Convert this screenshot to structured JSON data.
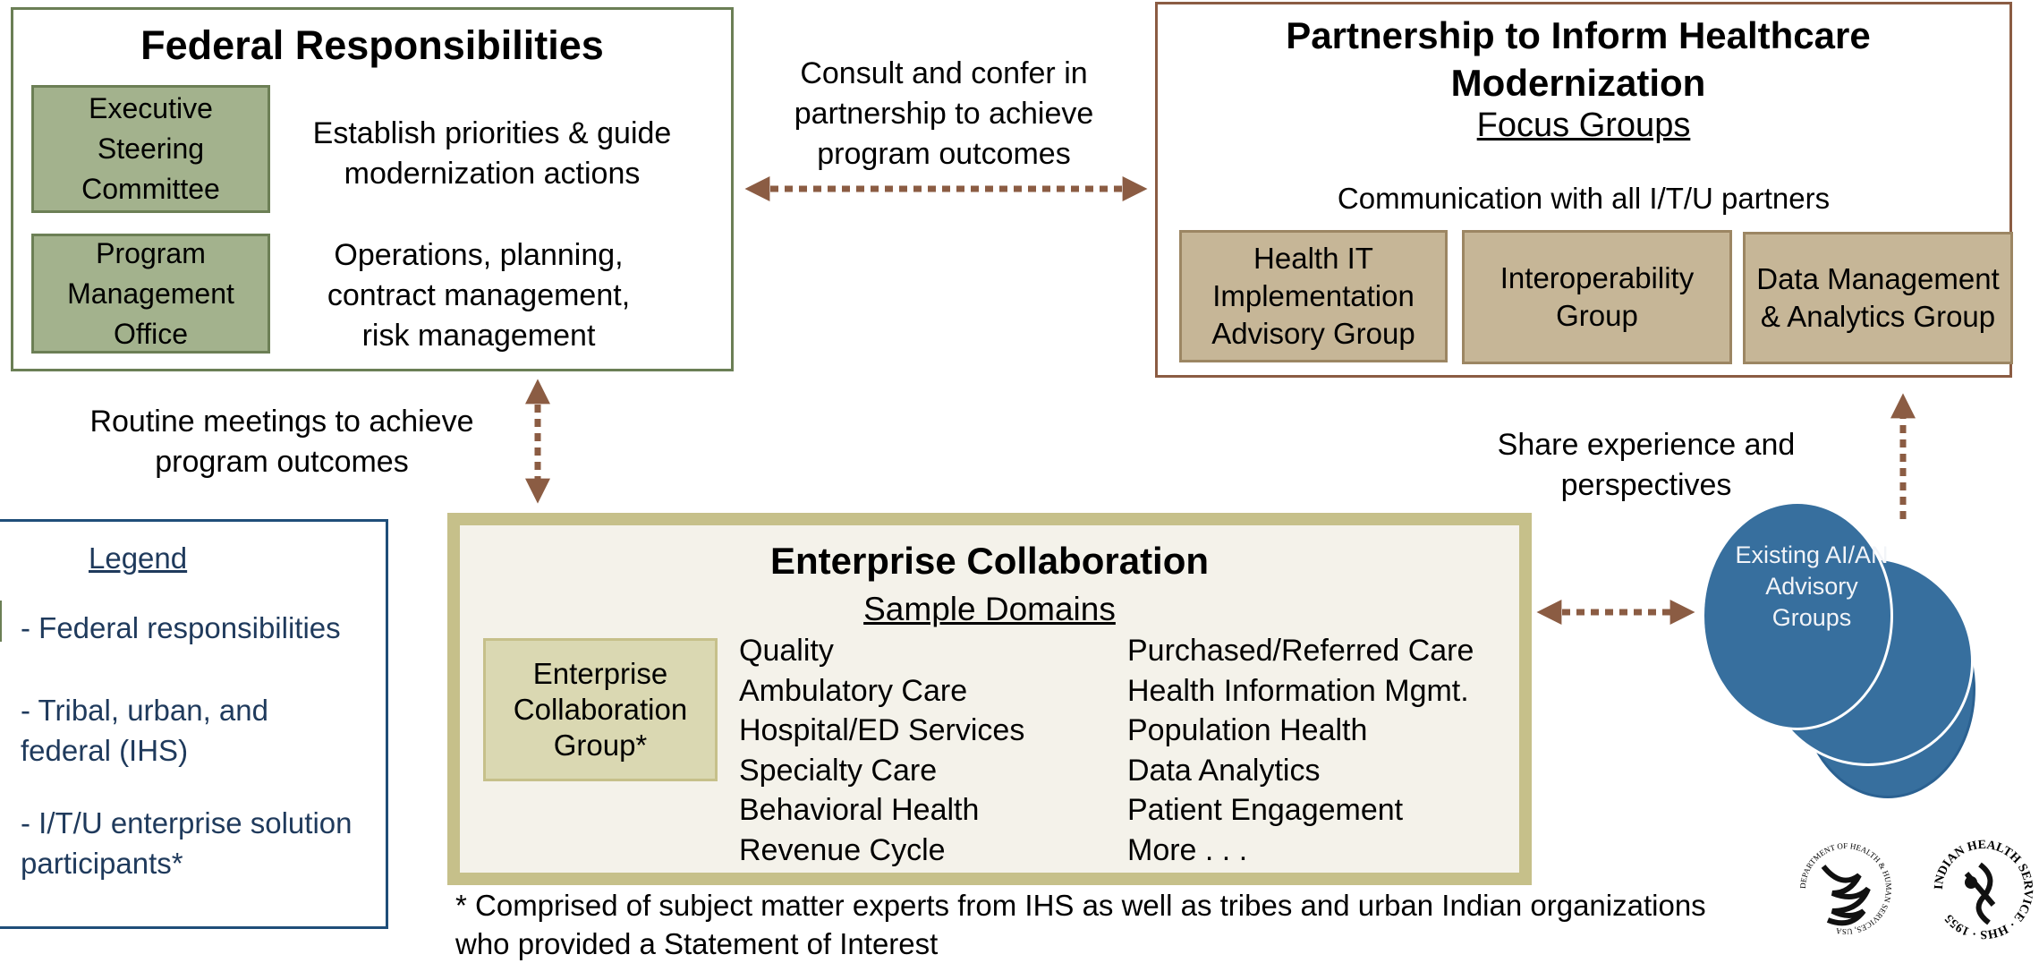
{
  "federal": {
    "title": "Federal Responsibilities",
    "rows": [
      {
        "box": "Executive Steering Committee",
        "description": "Establish priorities & guide modernization actions"
      },
      {
        "box": "Program Management Office",
        "description": "Operations, planning, contract management, risk management"
      }
    ]
  },
  "connector_consult": "Consult and confer in partnership to achieve program outcomes",
  "connector_routine": "Routine meetings to achieve program outcomes",
  "connector_share": "Share experience and perspectives",
  "partnership": {
    "title": "Partnership to Inform Healthcare Modernization",
    "subtitle": "Focus Groups",
    "communication": "Communication with all I/T/U partners",
    "groups": [
      "Health IT Implementation Advisory Group",
      "Interoperability Group",
      "Data Management & Analytics Group"
    ]
  },
  "enterprise": {
    "title": "Enterprise Collaboration",
    "subtitle": "Sample Domains",
    "group_box": "Enterprise Collaboration Group*",
    "domains_left": [
      "Quality",
      "Ambulatory Care",
      "Hospital/ED Services",
      "Specialty Care",
      "Behavioral Health",
      "Revenue Cycle"
    ],
    "domains_right": [
      "Purchased/Referred Care",
      "Health Information Mgmt.",
      "Population Health",
      "Data Analytics",
      "Patient Engagement",
      "More . . ."
    ]
  },
  "footnote": "* Comprised of subject matter experts from IHS as well as tribes and urban Indian organizations who provided a Statement of Interest",
  "legend": {
    "title": "Legend",
    "items": [
      "- Federal responsibilities",
      "- Tribal, urban, and federal (IHS)",
      "- I/T/U enterprise solution participants*"
    ]
  },
  "advisory_circle": "Existing AI/AN Advisory Groups",
  "logos": {
    "hhs": "DEPARTMENT OF HEALTH & HUMAN SERVICES, USA",
    "ihs": "INDIAN HEALTH SERVICE · HHS · 1955"
  },
  "colors": {
    "federal_fill": "#a3b28d",
    "partner_fill": "#c6b697",
    "enterprise_fill": "#f4f2ea",
    "enterprise_border": "#c6c08a",
    "arrow": "#8b5c43",
    "circle": "#376f9e"
  }
}
